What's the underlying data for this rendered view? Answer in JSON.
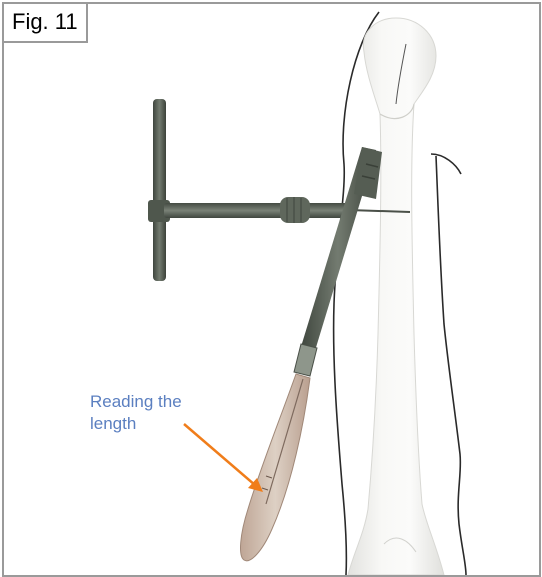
{
  "figure": {
    "label": "Fig. 11",
    "annotation": {
      "line1": "Reading the",
      "line2": "length"
    },
    "colors": {
      "annotation_text": "#5b7fc0",
      "arrow": "#f07d1a",
      "instrument": "#5c6459",
      "bone": "#f4f4f2"
    }
  }
}
